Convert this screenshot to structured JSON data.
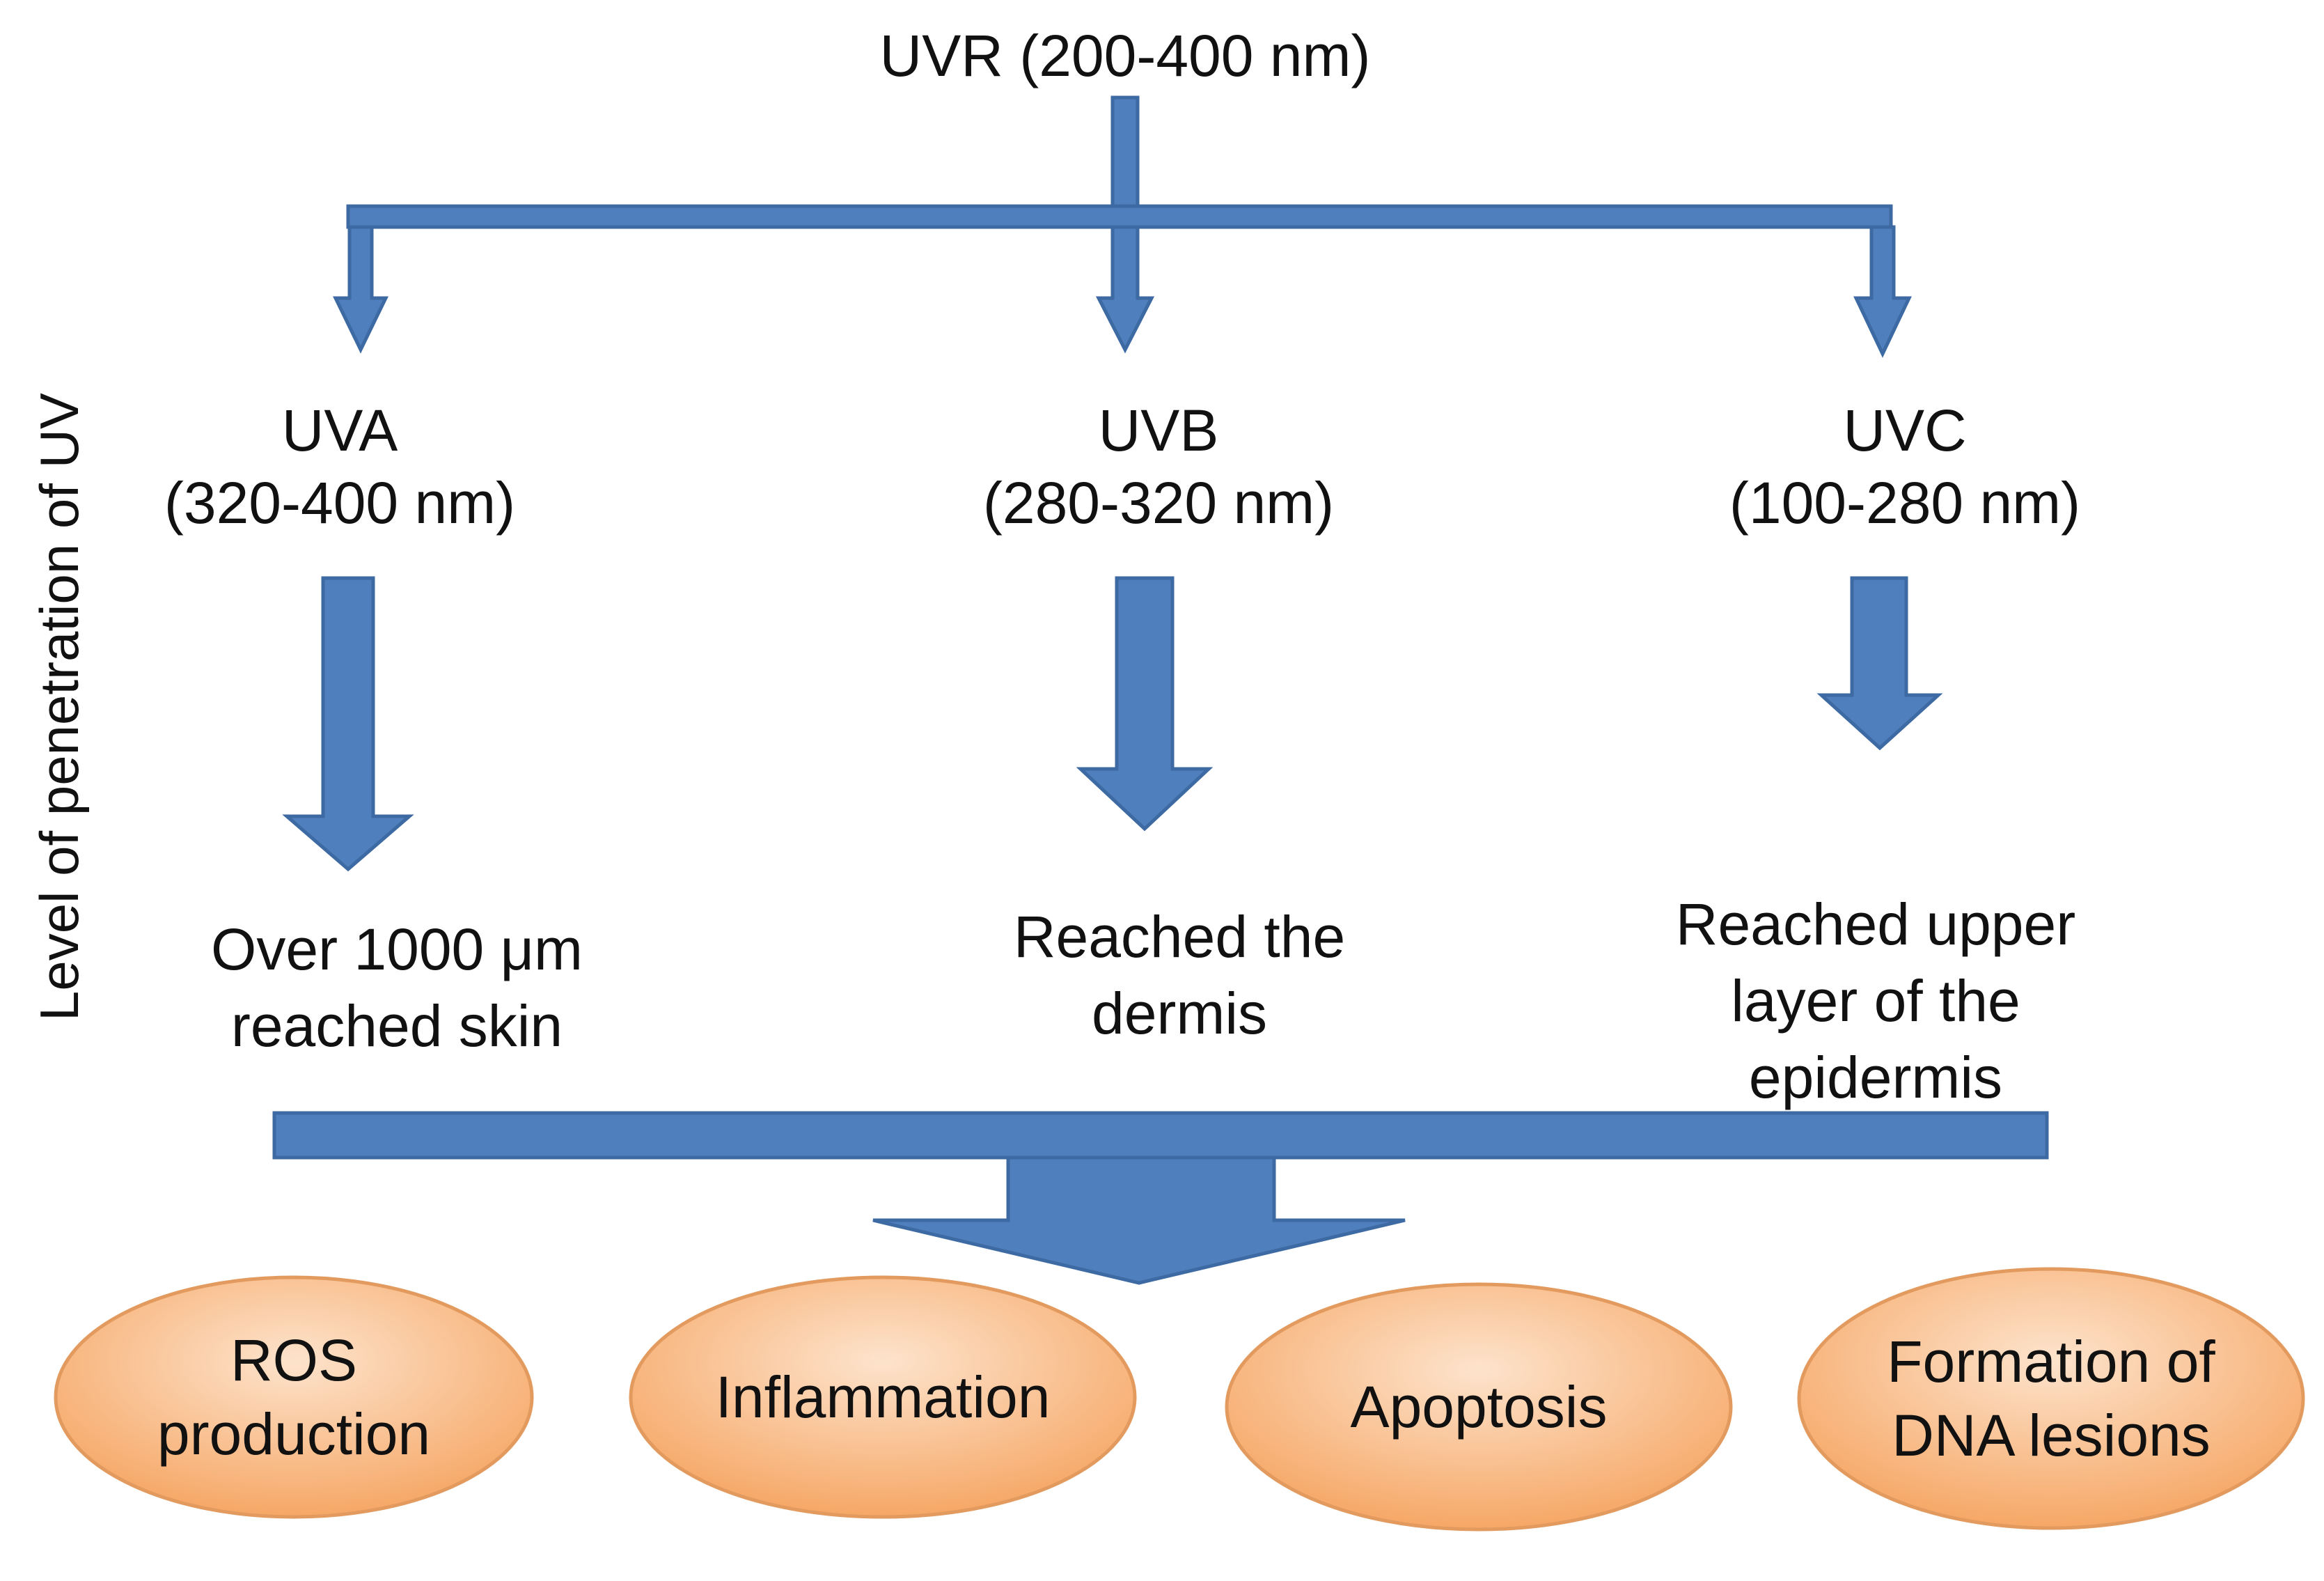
{
  "diagram": {
    "root": "UVR (200-400 nm)",
    "axis_label": "Level of penetration of UV",
    "branches": [
      {
        "name": "UVA",
        "range": "(320-400 nm)",
        "penetration": [
          "Over 1000 μm",
          "reached  skin"
        ]
      },
      {
        "name": "UVB",
        "range": "(280-320 nm)",
        "penetration": [
          "Reached the",
          "dermis"
        ]
      },
      {
        "name": "UVC",
        "range": "(100-280 nm)",
        "penetration": [
          "Reached  upper",
          "layer of the",
          "epidermis"
        ]
      }
    ],
    "effects": [
      [
        "ROS",
        "production"
      ],
      [
        "Inflammation"
      ],
      [
        "Apoptosis"
      ],
      [
        "Formation of",
        "DNA lesions"
      ]
    ],
    "colors": {
      "arrow_fill": "#4f7fbd",
      "arrow_stroke": "#3d6aa3",
      "oval_light": "#fde3cc",
      "oval_dark": "#f6a766",
      "oval_stroke": "#e39a5e"
    }
  }
}
